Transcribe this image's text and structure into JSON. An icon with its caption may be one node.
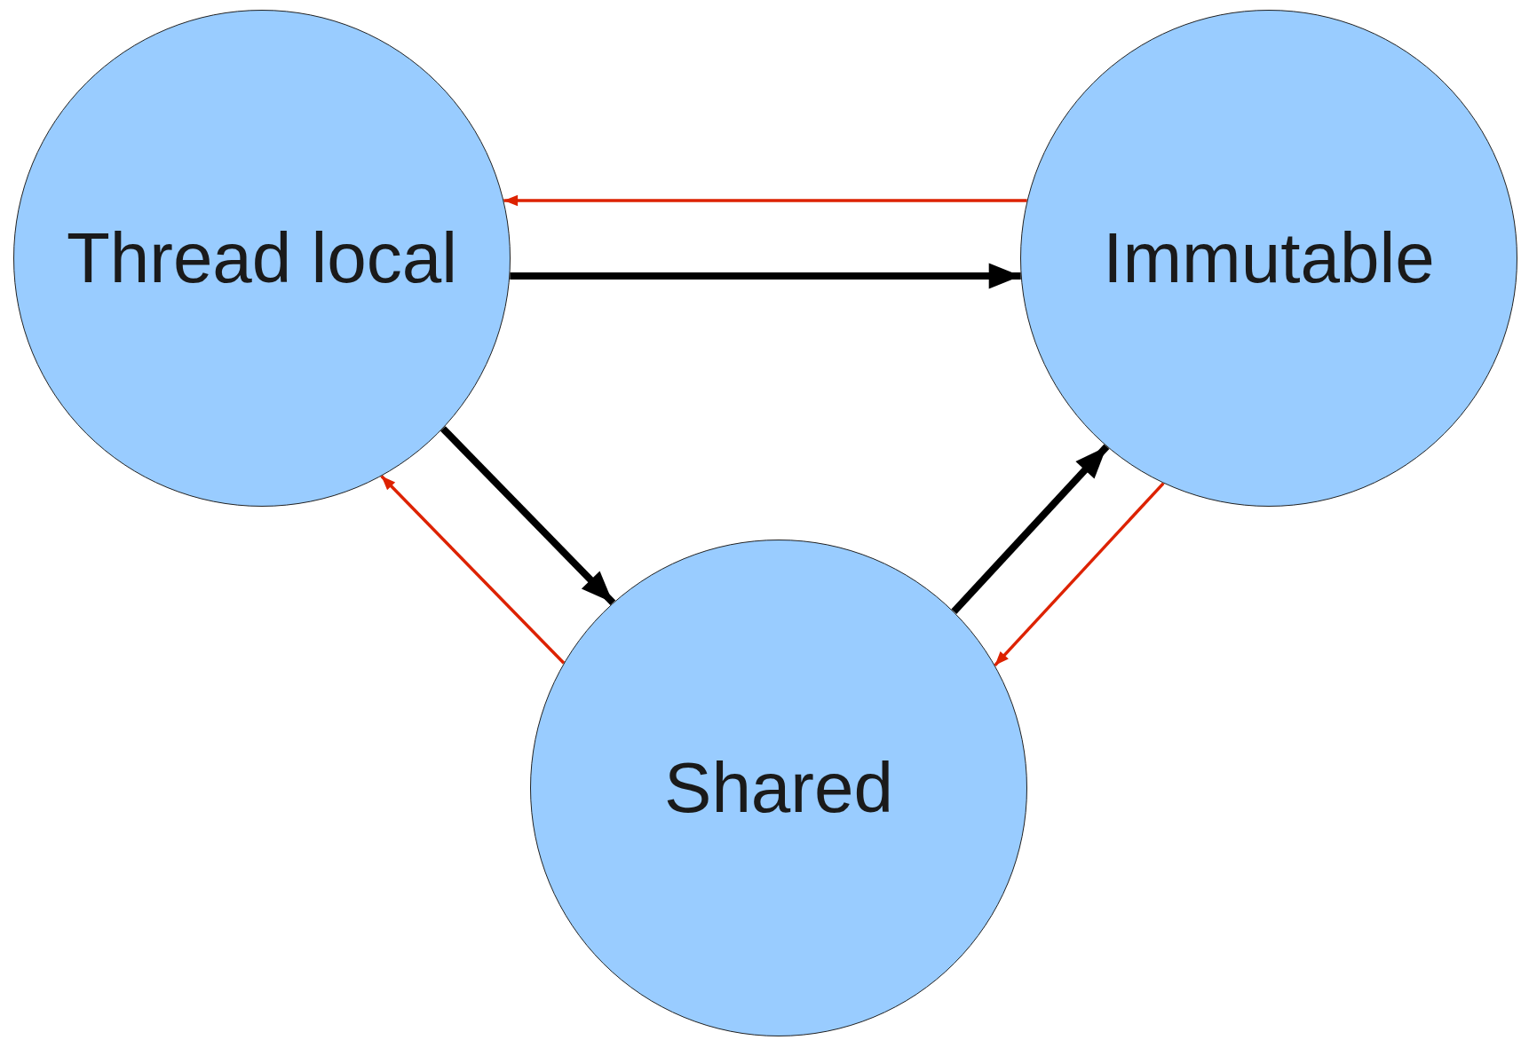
{
  "diagram": {
    "nodes": [
      {
        "text": [
          "Thread local"
        ]
      },
      {
        "text": [
          "Immutable"
        ]
      },
      {
        "text": [
          "Shared"
        ]
      }
    ],
    "edges": [
      {
        "from": 1,
        "to": 0,
        "arrow": "to",
        "color": "#dd2200"
      },
      {
        "from": 0,
        "to": 1,
        "arrow": "to",
        "style": "thick",
        "color": "#000000"
      },
      {
        "from": 0,
        "to": 2,
        "arrow": "to",
        "style": "thick",
        "color": "#000000"
      },
      {
        "from": 2,
        "to": 0,
        "arrow": "to",
        "color": "#dd2200"
      },
      {
        "from": 2,
        "to": 1,
        "arrow": "to",
        "style": "thick",
        "color": "#000000"
      },
      {
        "from": 1,
        "to": 2,
        "arrow": "to",
        "color": "#dd2200"
      }
    ]
  }
}
